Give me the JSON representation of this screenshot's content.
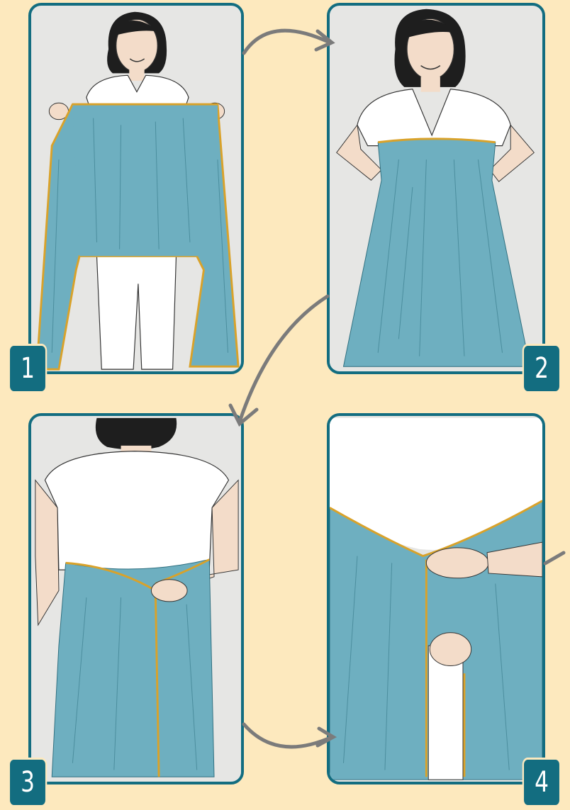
{
  "steps": [
    {
      "number": "1"
    },
    {
      "number": "2"
    },
    {
      "number": "3"
    },
    {
      "number": "4"
    }
  ],
  "colors": {
    "background": "#fde9be",
    "frame": "#136d80",
    "fabric": "#6eafc0",
    "fabric_edge": "#d9a22a",
    "arrow": "#7b7b7b",
    "shirt": "#ffffff",
    "skin": "#f3dcc9",
    "hair": "#1e1e1e"
  },
  "icons": [
    "arrow-right-icon",
    "arrow-down-left-icon",
    "arrow-right-icon"
  ]
}
